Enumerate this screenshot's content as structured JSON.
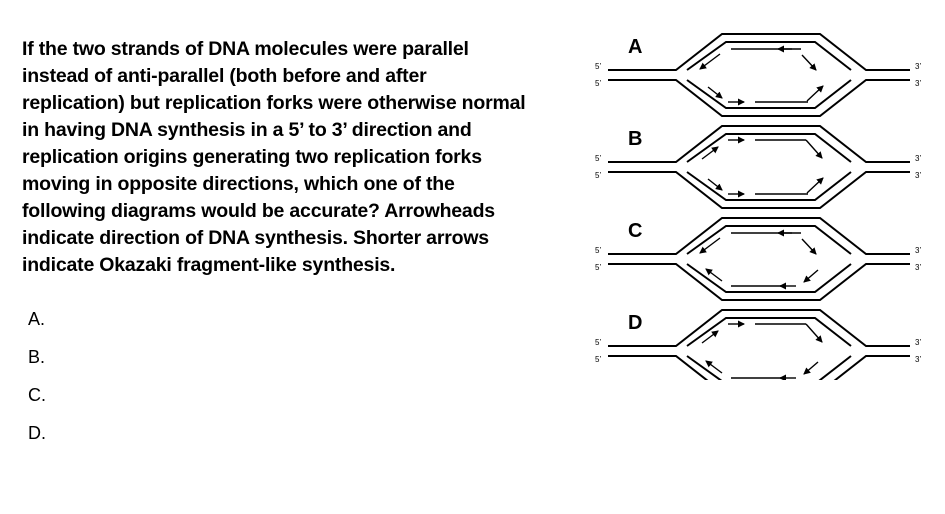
{
  "question": {
    "lines": [
      "If the two strands of DNA molecules were parallel",
      "instead of anti-parallel (both before and after",
      "replication) but replication forks were otherwise normal",
      "in having DNA synthesis in a 5’ to 3’ direction and",
      "replication origins generating two replication forks",
      "moving in opposite directions, which one of the",
      "following diagrams would be accurate? Arrowheads",
      "indicate direction of DNA synthesis. Shorter arrows",
      "indicate Okazaki fragment-like synthesis."
    ]
  },
  "options": [
    "A.",
    "B.",
    "C.",
    "D."
  ],
  "diagrams": [
    {
      "letter": "A",
      "left_top": "5’",
      "left_bottom": "5’",
      "right_top": "3’",
      "right_bottom": "3’"
    },
    {
      "letter": "B",
      "left_top": "5’",
      "left_bottom": "5’",
      "right_top": "3’",
      "right_bottom": "3’"
    },
    {
      "letter": "C",
      "left_top": "5’",
      "left_bottom": "5’",
      "right_top": "3’",
      "right_bottom": "3’"
    },
    {
      "letter": "D",
      "left_top": "5’",
      "left_bottom": "5’",
      "right_top": "3’",
      "right_bottom": "3’"
    }
  ]
}
